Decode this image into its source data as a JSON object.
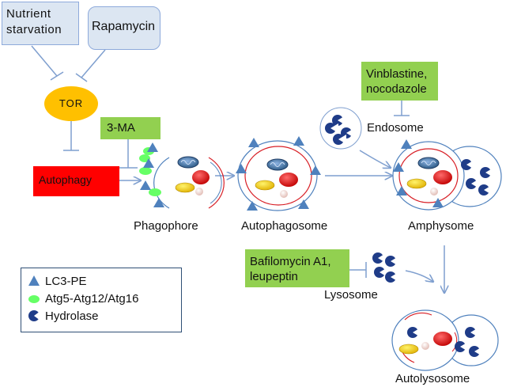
{
  "inputs": {
    "nutrient_starvation": "Nutrient starvation",
    "rapamycin": "Rapamycin"
  },
  "tor": "TOR",
  "autophagy": "Autophagy",
  "inhibitors": {
    "three_ma": "3-MA",
    "vinblastine": "Vinblastine, nocodazole",
    "bafilomycin": "Bafilomycin A1, leupeptin"
  },
  "stages": {
    "phagophore": "Phagophore",
    "autophagosome": "Autophagosome",
    "amphysome": "Amphysome",
    "endosome": "Endosome",
    "lysosome": "Lysosome",
    "autolysosome": "Autolysosome"
  },
  "legend": {
    "items": [
      "LC3-PE",
      "Atg5-Atg12/Atg16",
      "Hydrolase"
    ]
  },
  "colors": {
    "input_box_fill": "#dce6f2",
    "input_box_border": "#8eaadb",
    "tor_fill": "#ffc000",
    "inhibitor_fill": "#92d050",
    "autophagy_fill": "#ff0000",
    "arrow": "#7f9fcf",
    "membrane": "#d81f26",
    "lc3_triangle": "#4f81bd",
    "atg_oval": "#66ff66",
    "hydrolase": "#1f3c88"
  }
}
